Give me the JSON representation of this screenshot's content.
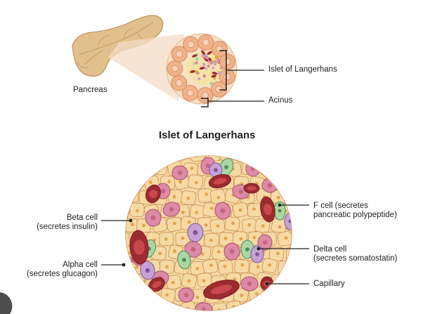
{
  "labels": {
    "pancreas": "Pancreas",
    "islet": "Islet of Langerhans",
    "acinus": "Acinus",
    "section_title": "Islet of Langerhans",
    "beta_1": "Beta cell",
    "beta_2": "(secretes insulin)",
    "alpha_1": "Alpha cell",
    "alpha_2": "(secretes glucagon)",
    "f_1": "F cell (secretes",
    "f_2": "pancreatic polypeptide)",
    "delta_1": "Delta cell",
    "delta_2": "(secretes somatostatin)",
    "capillary": "Capillary"
  },
  "colors": {
    "beta": "#f6d9a3",
    "beta_border": "#c98f54",
    "beta_nucleus": "#e3a34a",
    "alpha": "#dd8aa6",
    "alpha_border": "#a8506f",
    "delta": "#a9d6a3",
    "delta_border": "#4f8d56",
    "f_cell": "#c6a2d6",
    "f_border": "#7e5595",
    "capillary": "#9c2b30",
    "capillary_inner": "#c8484c",
    "acinus": "#f0b28a",
    "pancreas": "#e2c08d",
    "line": "#222222"
  },
  "icons": [
    "pancreas-illustration",
    "islet-illustration",
    "islet-detail-illustration"
  ]
}
